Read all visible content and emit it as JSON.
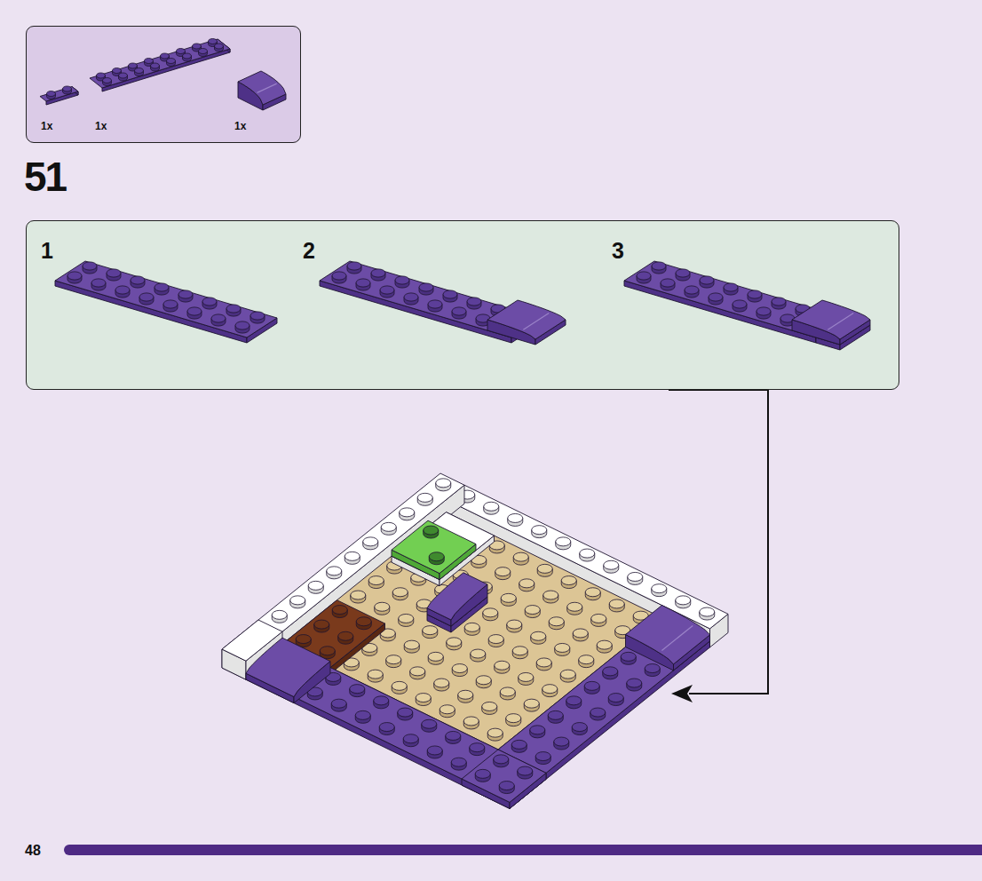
{
  "diagram": {
    "nodes": [
      {
        "text": [
          "1x",
          "1x",
          "1x"
        ]
      },
      {
        "text": [
          "1",
          "2",
          "3"
        ]
      }
    ],
    "edges": [],
    "labels": [
      "51",
      "48"
    ]
  }
}
